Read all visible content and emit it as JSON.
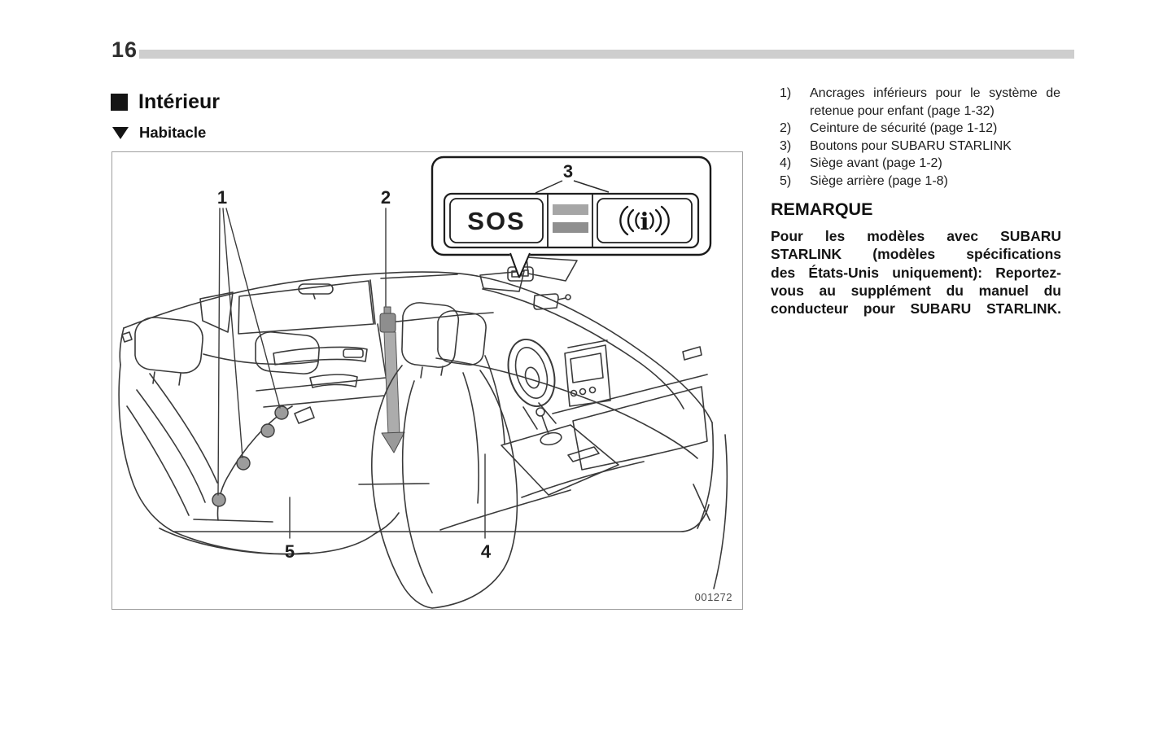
{
  "page": {
    "number": "16"
  },
  "headings": {
    "section": "Intérieur",
    "subsection": "Habitacle"
  },
  "figure": {
    "figure_number": "001272",
    "labels": {
      "l1": "1",
      "l2": "2",
      "l3": "3",
      "l4": "4",
      "l5": "5"
    },
    "inset": {
      "sos_label": "SOS",
      "i_call_label": "i"
    }
  },
  "legend": {
    "items": [
      {
        "num": "1)",
        "text": "Ancrages inférieurs pour le système de retenue pour enfant (page 1-32)"
      },
      {
        "num": "2)",
        "text": "Ceinture de sécurité (page 1-12)"
      },
      {
        "num": "3)",
        "text": "Boutons pour SUBARU STARLINK"
      },
      {
        "num": "4)",
        "text": "Siège avant (page 1-2)"
      },
      {
        "num": "5)",
        "text": "Siège arrière (page 1-8)"
      }
    ]
  },
  "note": {
    "title": "REMARQUE",
    "lines": [
      "Pour les modèles avec SUBARU",
      "STARLINK (modèles spécifications",
      "des États-Unis uniquement): Reportez-",
      "vous au supplément du manuel du",
      "conducteur pour SUBARU STARLINK."
    ]
  },
  "colors": {
    "header_rule": "#cecece",
    "line_art": "#3a3a3a",
    "belt_gray": "#acacac",
    "indicator_bar_top": "#a6a6a6",
    "indicator_bar_bottom": "#8f8f8f"
  }
}
